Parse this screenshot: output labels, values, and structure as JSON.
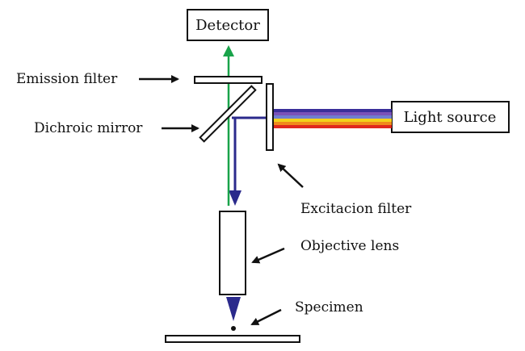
{
  "components": {
    "detector": "Detector",
    "light_source": "Light source",
    "emission_filter": "Emission filter",
    "dichroic_mirror": "Dichroic mirror",
    "excitation_filter": "Excitacion filter",
    "objective_lens": "Objective lens",
    "specimen": "Specimen"
  },
  "colors": {
    "emission_beam": "#19a34a",
    "excitation_beam": "#2b2a8c",
    "spectrum": [
      "#3a2f9a",
      "#7a52b8",
      "#6f7fd0",
      "#f2d21b",
      "#f08a1c",
      "#e0281e"
    ],
    "outline": "#111111"
  }
}
